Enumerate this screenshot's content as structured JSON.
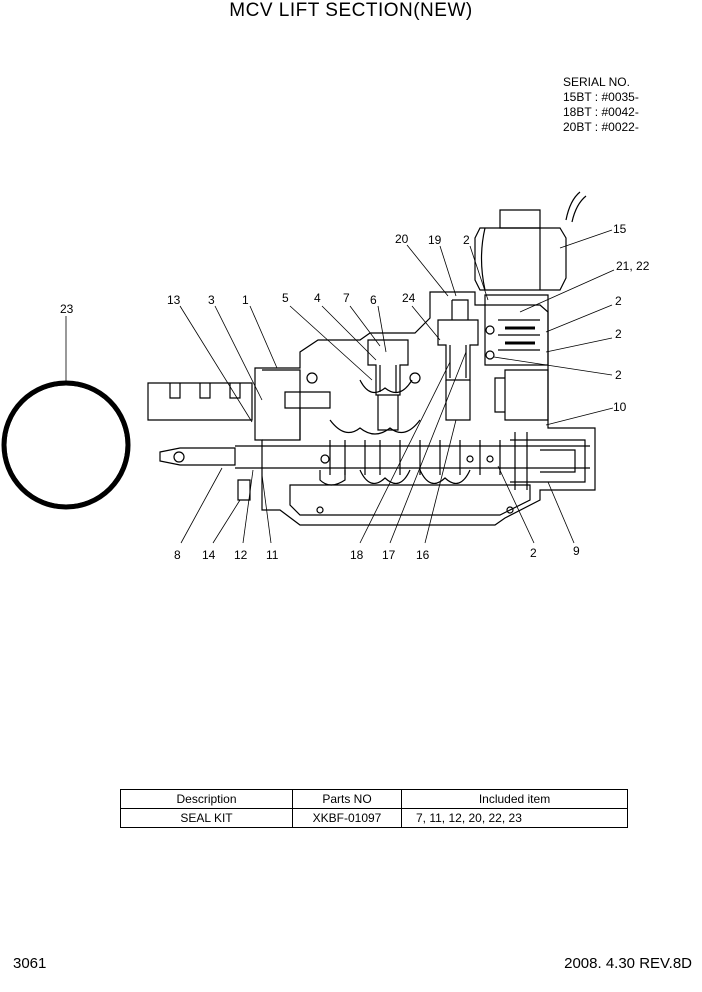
{
  "title": "MCV LIFT SECTION(NEW)",
  "serial": {
    "heading": "SERIAL NO.",
    "lines": [
      "15BT : #0035-",
      "18BT : #0042-",
      "20BT : #0022-"
    ]
  },
  "callouts": {
    "c23": "23",
    "c13": "13",
    "c3": "3",
    "c1": "1",
    "c5": "5",
    "c4": "4",
    "c7": "7",
    "c6": "6",
    "c24": "24",
    "c20": "20",
    "c19": "19",
    "c2a": "2",
    "c15": "15",
    "c2122": "21, 22",
    "c2b": "2",
    "c2c": "2",
    "c2d": "2",
    "c10": "10",
    "c8": "8",
    "c14": "14",
    "c12": "12",
    "c11": "11",
    "c18": "18",
    "c17": "17",
    "c16": "16",
    "c2e": "2",
    "c9": "9"
  },
  "table": {
    "headers": [
      "Description",
      "Parts NO",
      "Included item"
    ],
    "rows": [
      [
        "SEAL KIT",
        "XKBF-01097",
        "7, 11, 12, 20, 22, 23"
      ]
    ]
  },
  "footer": {
    "page": "3061",
    "revision": "2008. 4.30  REV.8D"
  }
}
